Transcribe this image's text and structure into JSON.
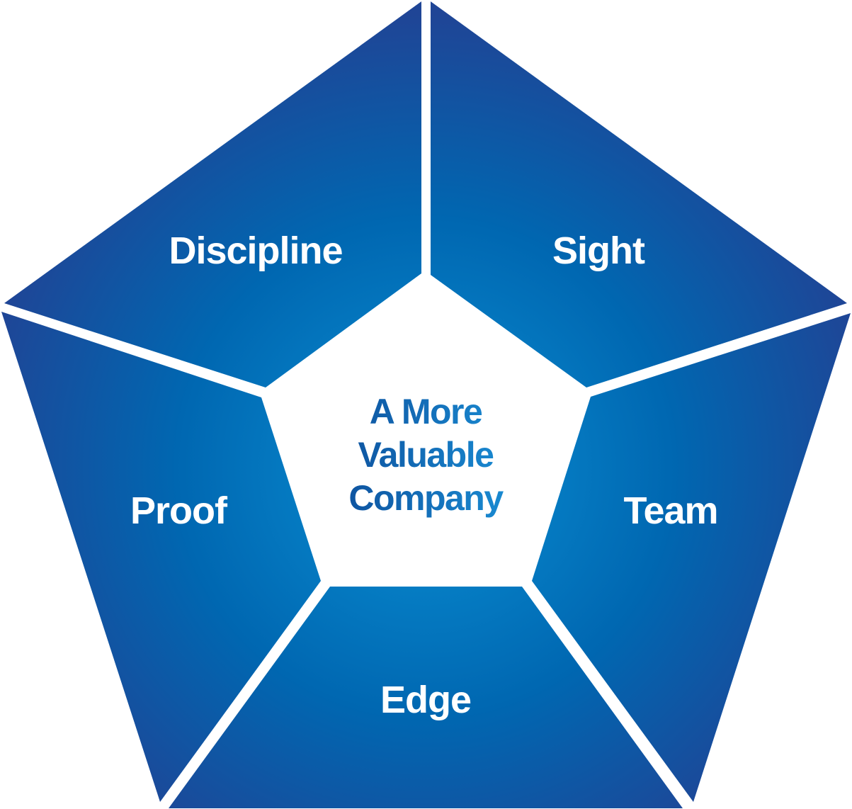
{
  "center": {
    "lines": [
      "A More",
      "Valuable",
      "Company"
    ]
  },
  "segments": [
    {
      "id": "discipline",
      "label": "Discipline"
    },
    {
      "id": "sight",
      "label": "Sight"
    },
    {
      "id": "team",
      "label": "Team"
    },
    {
      "id": "edge",
      "label": "Edge"
    },
    {
      "id": "proof",
      "label": "Proof"
    }
  ],
  "colors": {
    "segment_light": "#0a90d4",
    "segment_mid": "#0067b1",
    "segment_dark": "#1f4596",
    "separator": "#ffffff",
    "center_fill": "#ffffff",
    "center_text_dark": "#0d4f9c",
    "center_text_light": "#1a8fd6",
    "label_text": "#ffffff"
  }
}
